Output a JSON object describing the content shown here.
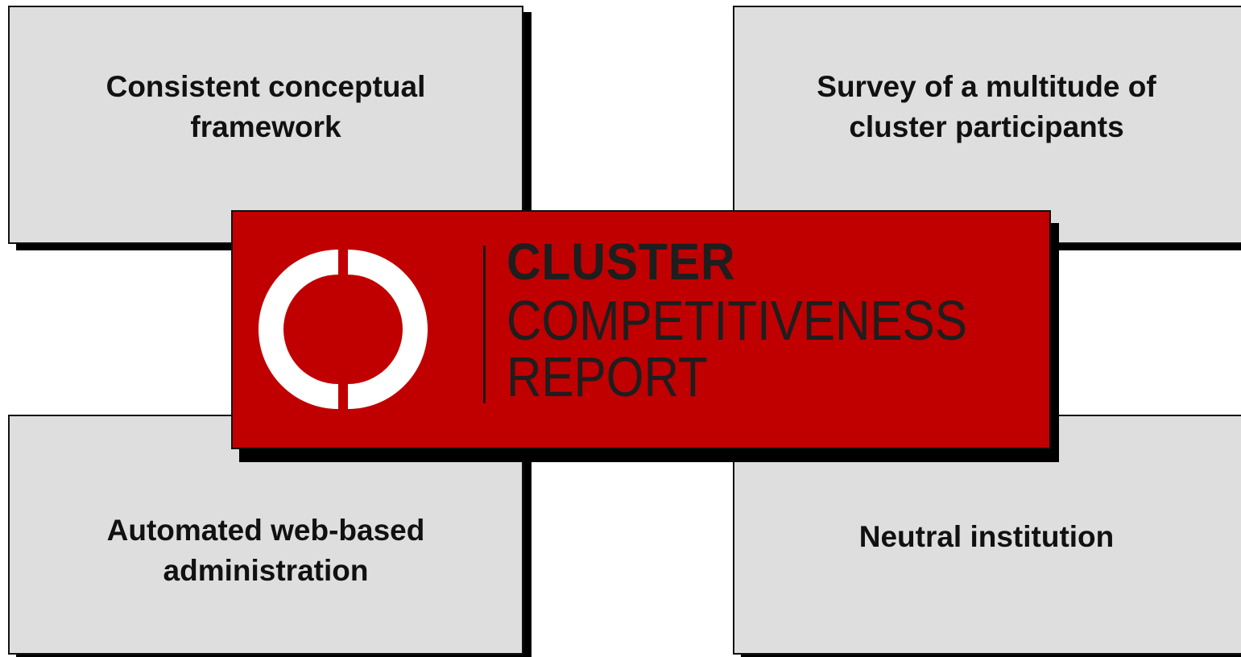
{
  "colors": {
    "box_fill": "#dedede",
    "box_border": "#111111",
    "shadow": "#000000",
    "logo_background": "#c00000",
    "logo_mark": "#ffffff",
    "logo_text": "#1e1e1e",
    "page_background": "#ffffff"
  },
  "boxes": {
    "top_left": {
      "line1": "Consistent conceptual",
      "line2": "framework"
    },
    "top_right": {
      "line1": "Survey of a multitude of",
      "line2": "cluster participants"
    },
    "bottom_left": {
      "line1": "Automated web-based",
      "line2": "administration"
    },
    "bottom_right": {
      "line1": "Neutral institution"
    }
  },
  "logo": {
    "mark_icon": "split-ring-icon",
    "line1": "CLUSTER",
    "line2": "COMPETITIVENESS",
    "line3": "REPORT"
  }
}
